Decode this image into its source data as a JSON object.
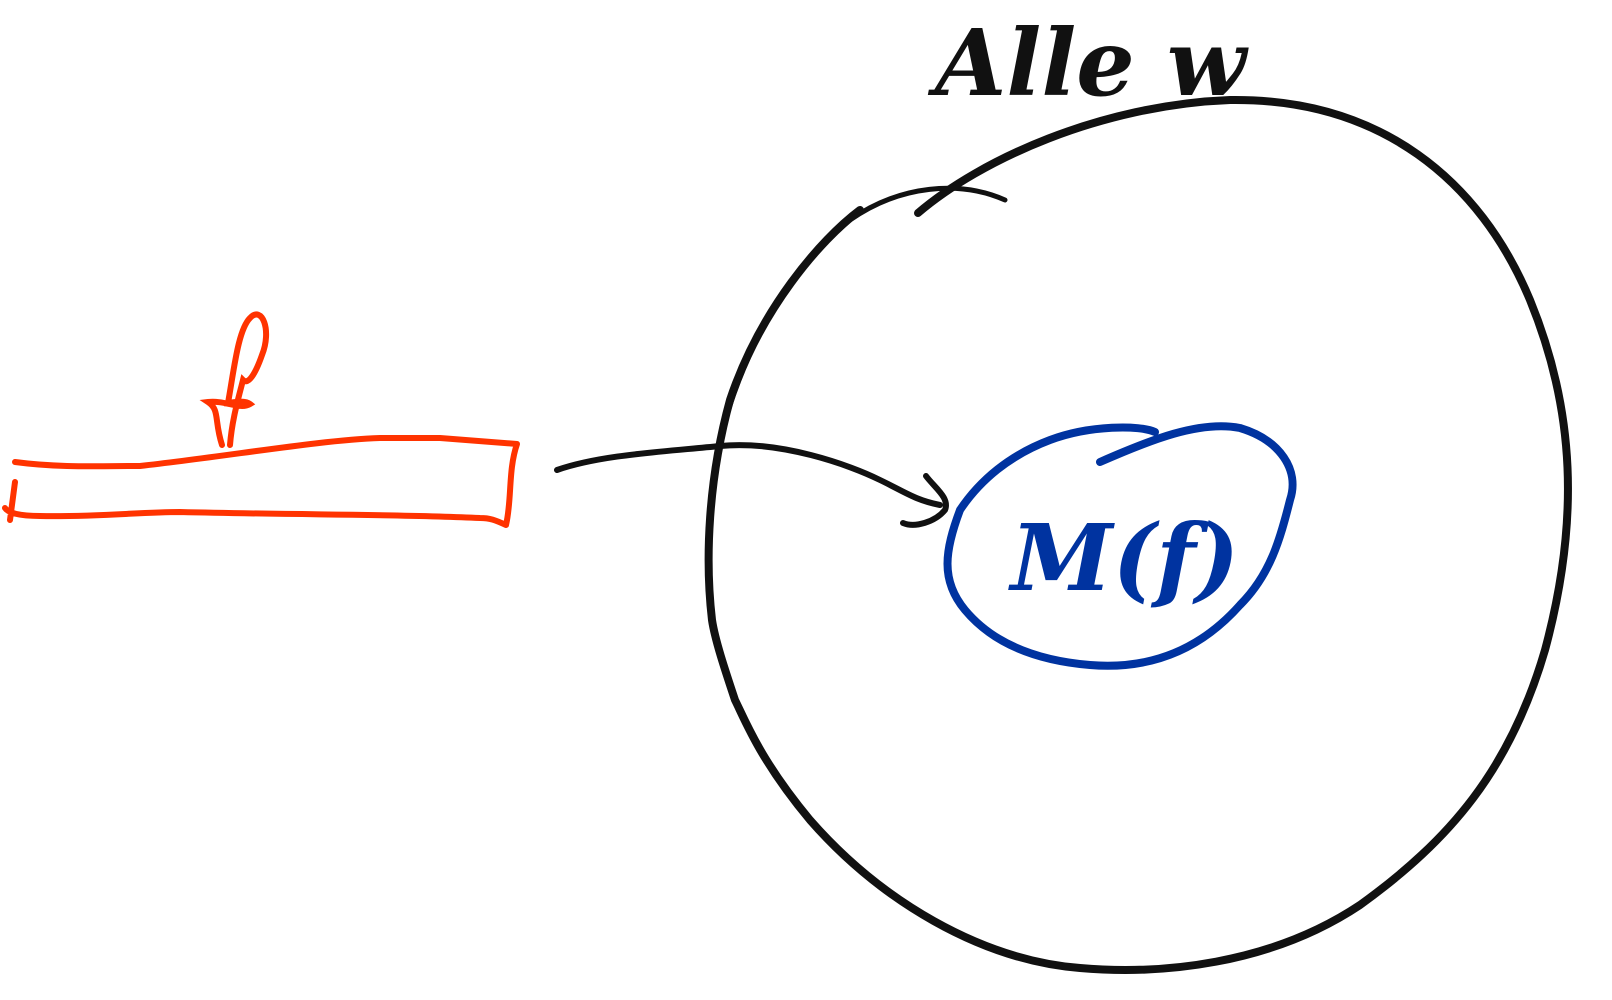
{
  "labels": {
    "set_label": "Alle w",
    "function_label": "f",
    "image_label": "M(f)"
  },
  "colors": {
    "ink": "#111111",
    "function": "#ff3300",
    "image": "#0033a0",
    "background": "#ffffff"
  }
}
